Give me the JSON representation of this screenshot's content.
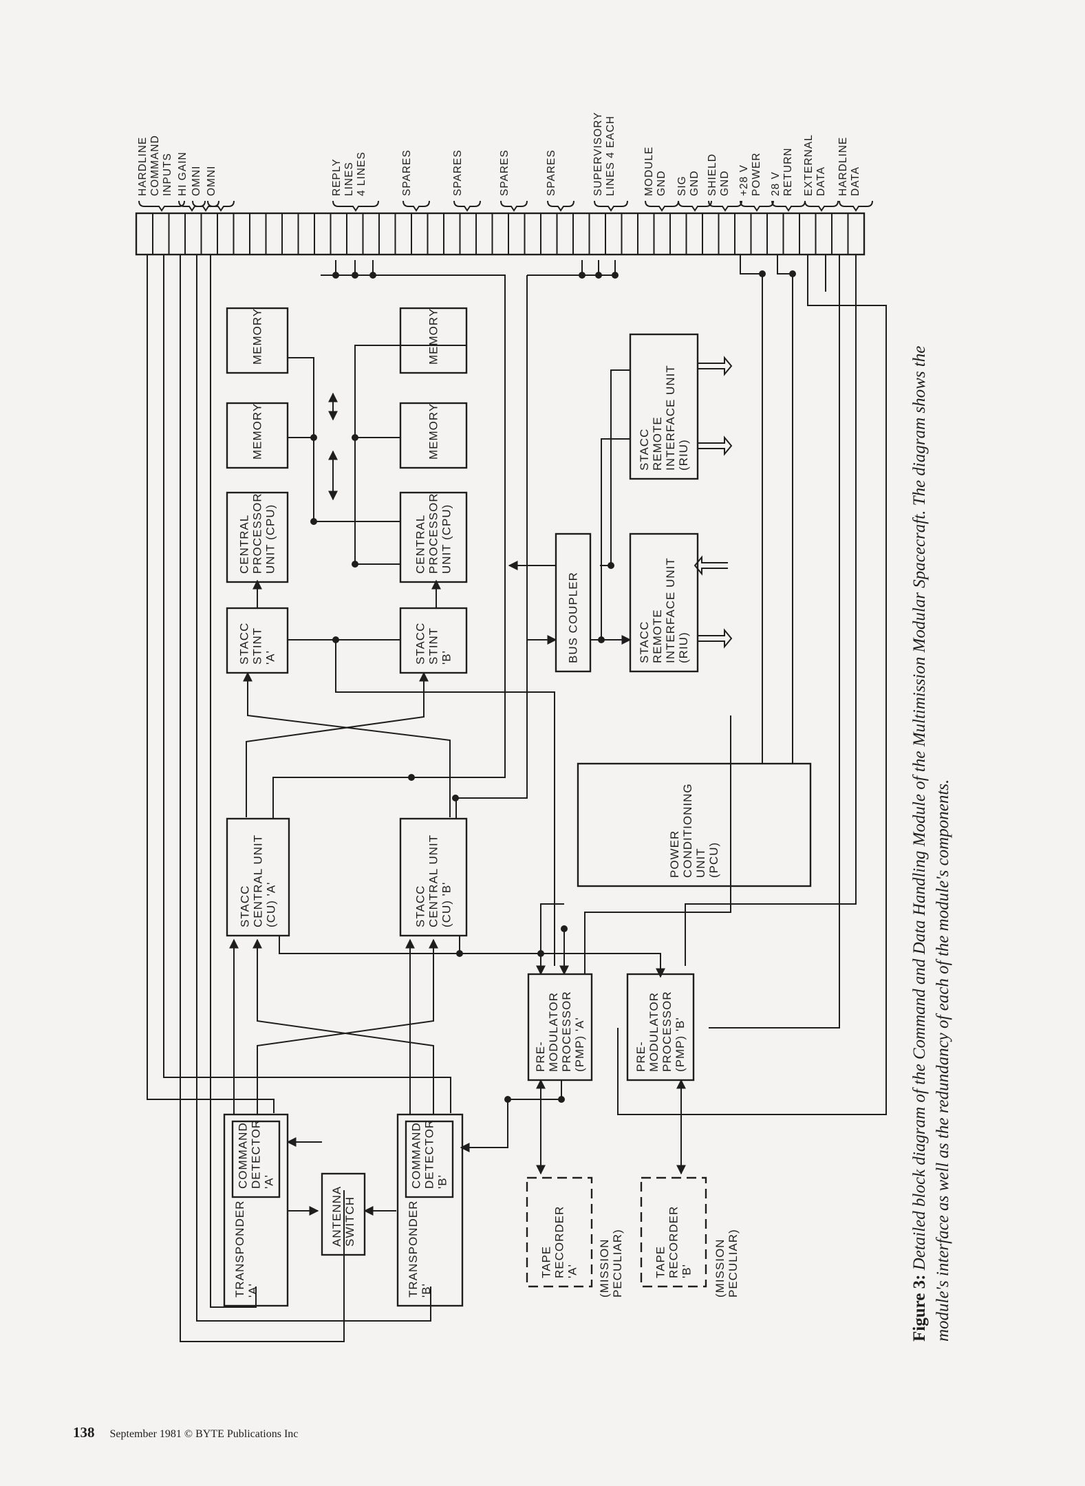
{
  "connector_labels": {
    "hardline_command_inputs": [
      "HARDLINE",
      "COMMAND",
      "INPUTS"
    ],
    "hi_gain": "HI GAIN",
    "omni_1": "OMNI",
    "omni_2": "OMNI",
    "reply_lines": [
      "REPLY",
      "LINES",
      "4 LINES"
    ],
    "spares_1": "SPARES",
    "spares_2": "SPARES",
    "spares_3": "SPARES",
    "spares_4": "SPARES",
    "supervisory_lines": [
      "SUPERVISORY",
      "LINES 4 EACH"
    ],
    "module_gnd": [
      "MODULE",
      "GND"
    ],
    "sig_gnd": [
      "SIG",
      "GND"
    ],
    "shield_gnd": [
      "SHIELD",
      "GND"
    ],
    "power_28v": [
      "+28 V",
      "POWER"
    ],
    "return_28v": [
      "28 V",
      "RETURN"
    ],
    "external_data": [
      "EXTERNAL",
      "DATA"
    ],
    "hardline_data": [
      "HARDLINE",
      "DATA"
    ]
  },
  "blocks": {
    "memory_a1": [
      "MEMORY"
    ],
    "memory_a2": [
      "MEMORY"
    ],
    "memory_b1": [
      "MEMORY"
    ],
    "memory_b2": [
      "MEMORY"
    ],
    "cpu_a": [
      "CENTRAL",
      "PROCESSOR",
      "UNIT (CPU)"
    ],
    "cpu_b": [
      "CENTRAL",
      "PROCESSOR",
      "UNIT (CPU)"
    ],
    "stint_a": [
      "STACC",
      "STINT",
      "'A'"
    ],
    "stint_b": [
      "STACC",
      "STINT",
      "'B'"
    ],
    "bus_coupler": [
      "BUS COUPLER"
    ],
    "riu_1": [
      "STACC",
      "REMOTE",
      "INTERFACE UNIT",
      "(RIU)"
    ],
    "riu_2": [
      "STACC",
      "REMOTE",
      "INTERFACE UNIT",
      "(RIU)"
    ],
    "cu_a": [
      "STACC",
      "CENTRAL UNIT",
      "(CU) 'A'"
    ],
    "cu_b": [
      "STACC",
      "CENTRAL UNIT",
      "(CU) 'B'"
    ],
    "pcu": [
      "POWER",
      "CONDITIONING",
      "UNIT",
      "(PCU)"
    ],
    "pmp_a": [
      "PRE-",
      "MODULATOR",
      "PROCESSOR",
      "(PMP) 'A'"
    ],
    "pmp_b": [
      "PRE-",
      "MODULATOR",
      "PROCESSOR",
      "(PMP) 'B'"
    ],
    "transponder_a": [
      "TRANSPONDER",
      "'A'"
    ],
    "transponder_b": [
      "TRANSPONDER",
      "'B'"
    ],
    "command_detector_a": [
      "COMMAND",
      "DETECTOR",
      "'A'"
    ],
    "command_detector_b": [
      "COMMAND",
      "DETECTOR",
      "'B'"
    ],
    "antenna_switch": [
      "ANTENNA",
      "SWITCH"
    ],
    "tape_recorder_a": [
      "TAPE",
      "RECORDER",
      "'A'"
    ],
    "tape_recorder_b": [
      "TAPE",
      "RECORDER",
      "'B'"
    ],
    "mission_peculiar_a": [
      "(MISSION",
      "PECULIAR)"
    ],
    "mission_peculiar_b": [
      "(MISSION",
      "PECULIAR)"
    ]
  },
  "caption": {
    "figure_label": "Figure 3:",
    "text": "Detailed block diagram of the Command and Data Handling Module of the Multimission Modular Spacecraft. The diagram shows the module's interface as well as the redundancy of each of the module's components."
  },
  "footer": {
    "page_number": "138",
    "text": "September 1981 © BYTE Publications Inc"
  },
  "colors": {
    "ink": "#1e1e1e",
    "paper": "#f4f3f1"
  }
}
